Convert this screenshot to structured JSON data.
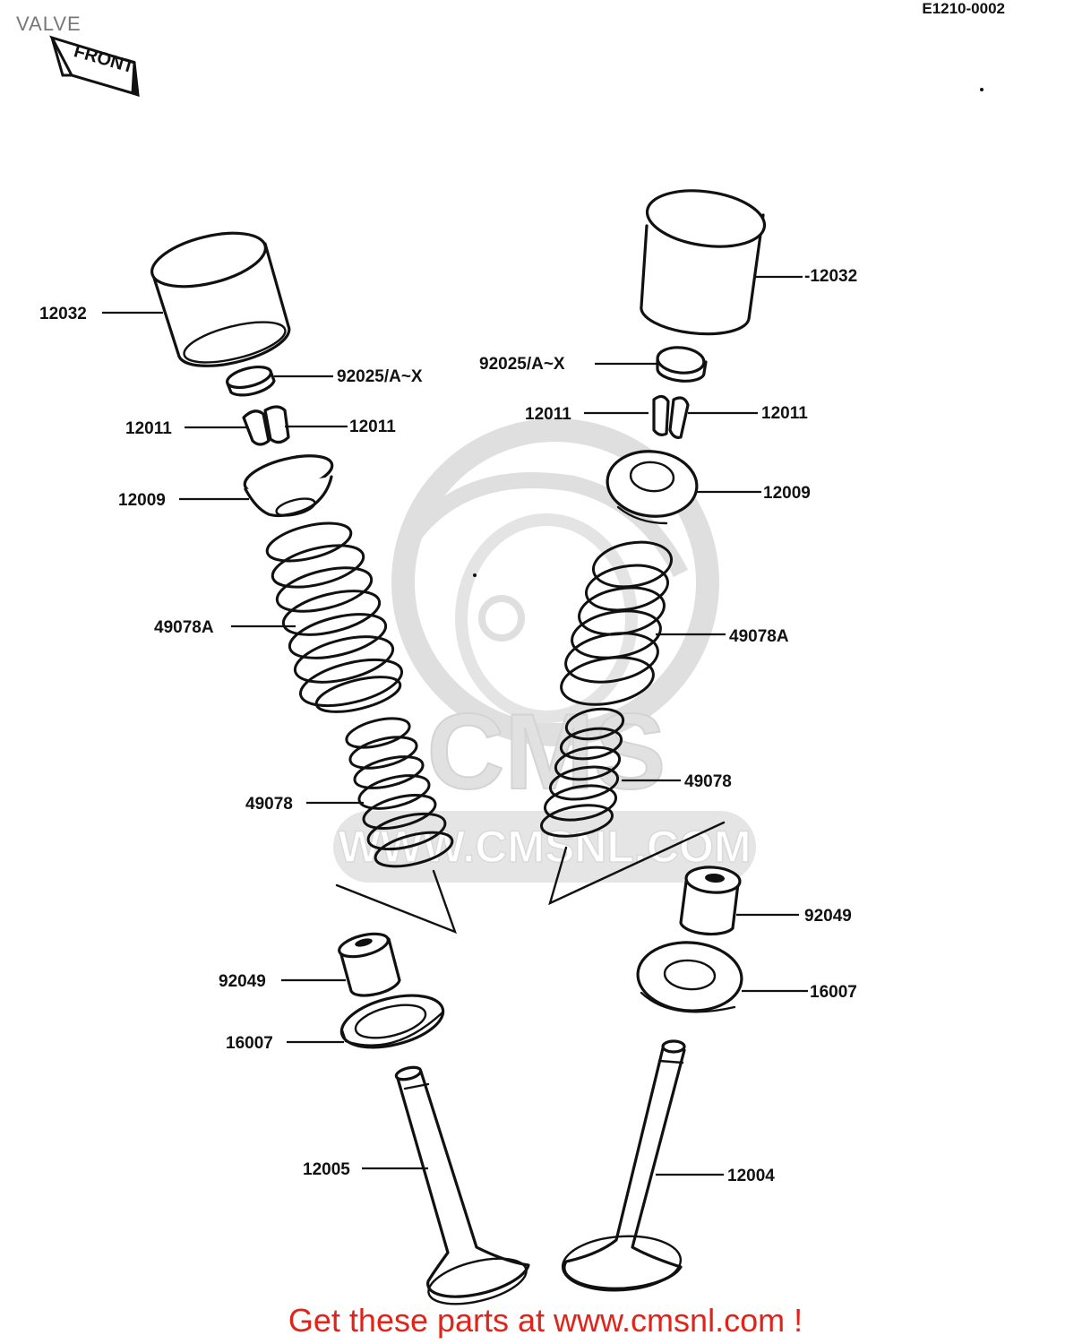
{
  "header": {
    "title": "VALVE",
    "diagram_code": "E1210-0002",
    "front_marker": "FRONT"
  },
  "watermark": {
    "brand": "CMS",
    "url": "WWW.CMSNL.COM"
  },
  "footer": {
    "promo_text": "Get these parts at www.cmsnl.com !"
  },
  "parts": {
    "left": {
      "tappet": "12032",
      "shim": "92025/A~X",
      "cotter_left": "12011",
      "cotter_right": "12011",
      "retainer": "12009",
      "outer_spring": "49078A",
      "inner_spring": "49078",
      "stem_seal": "92049",
      "spring_seat": "16007",
      "valve": "12005"
    },
    "right": {
      "tappet": "-12032",
      "shim": "92025/A~X",
      "cotter_left": "12011",
      "cotter_right": "12011",
      "retainer": "12009",
      "outer_spring": "49078A",
      "inner_spring": "49078",
      "stem_seal": "92049",
      "spring_seat": "16007",
      "valve": "12004"
    }
  },
  "colors": {
    "ink": "#111111",
    "promo": "#e2231a",
    "watermark": "#d9d9d9"
  }
}
